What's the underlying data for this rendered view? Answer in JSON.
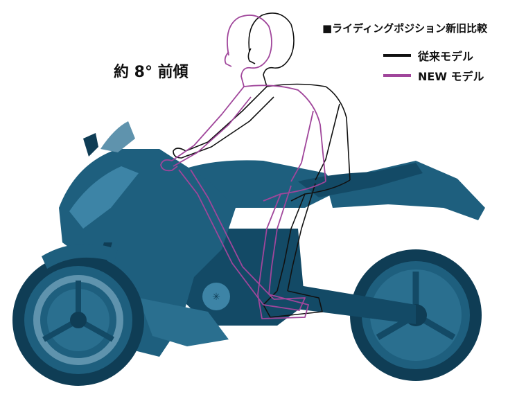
{
  "title": "■ライディングポジション新旧比較",
  "angle_label": "約 8° 前傾",
  "legend": [
    {
      "label": "従来モデル",
      "color": "#111111"
    },
    {
      "label": "NEW モデル",
      "color": "#a0469b"
    }
  ],
  "colors": {
    "bike_body": "#1e5f7e",
    "bike_dark": "#0f3d55",
    "bike_light": "#3d84a6",
    "old_rider": "#111111",
    "new_rider": "#a0469b"
  }
}
